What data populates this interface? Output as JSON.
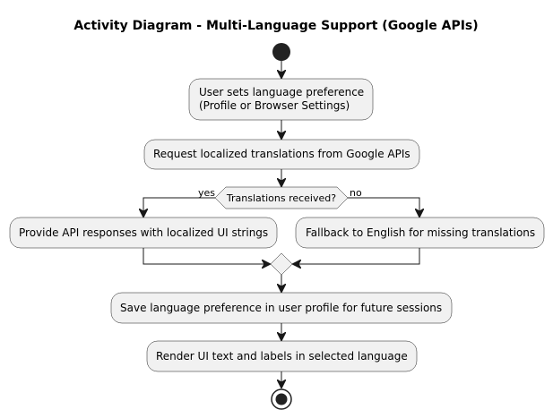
{
  "title": "Activity Diagram - Multi-Language Support (Google APIs)",
  "nodes": {
    "set_pref_line1": "User sets language preference",
    "set_pref_line2": "(Profile or Browser Settings)",
    "request": "Request localized translations from Google APIs",
    "decision": "Translations received?",
    "yes_label": "yes",
    "no_label": "no",
    "provide": "Provide API responses with localized UI strings",
    "fallback": "Fallback to English for missing translations",
    "save": "Save language preference in user profile for future sessions",
    "render": "Render UI text and labels in selected language"
  }
}
